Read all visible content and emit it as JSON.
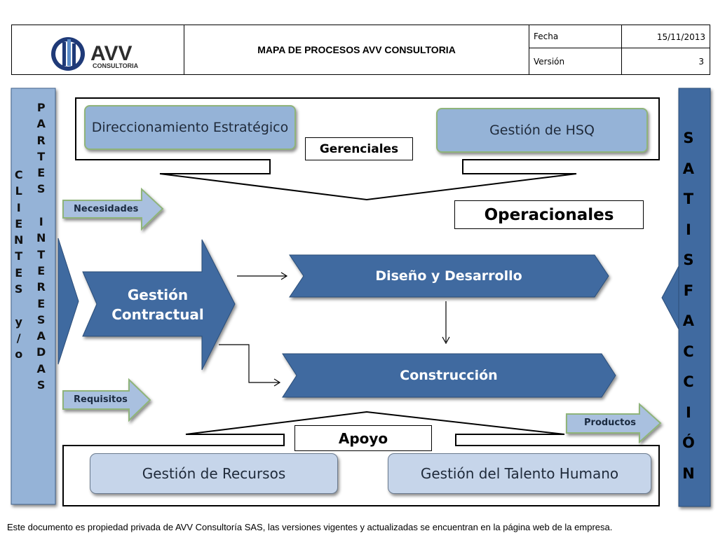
{
  "header": {
    "logo": {
      "text": "AVV",
      "subtext": "CONSULTORIA"
    },
    "title": "MAPA DE PROCESOS AVV CONSULTORIA",
    "fecha_label": "Fecha",
    "fecha_value": "15/11/2013",
    "version_label": "Versión",
    "version_value": "3"
  },
  "left_column": {
    "clientes": [
      "C",
      "L",
      "I",
      "E",
      "N",
      "T",
      "E",
      "S",
      "",
      "y",
      "/",
      "o"
    ],
    "partes": [
      "P",
      "A",
      "R",
      "T",
      "E",
      "S",
      "",
      "I",
      "N",
      "T",
      "E",
      "R",
      "E",
      "S",
      "A",
      "D",
      "A",
      "S"
    ]
  },
  "right_column": {
    "satisfaccion": [
      "S",
      "A",
      "T",
      "I",
      "S",
      "F",
      "A",
      "C",
      "C",
      "I",
      "Ó",
      "N"
    ]
  },
  "gerenciales": {
    "label": "Gerenciales",
    "box1": "Direccionamiento Estratégico",
    "box2": "Gestión de HSQ"
  },
  "operacionales": {
    "label": "Operacionales",
    "gestion_contractual": "Gestión Contractual",
    "diseno": "Diseño y Desarrollo",
    "construccion": "Construcción"
  },
  "small_arrows": {
    "necesidades": "Necesidades",
    "requisitos": "Requisitos",
    "productos": "Productos"
  },
  "apoyo": {
    "label": "Apoyo",
    "box1": "Gestión de Recursos",
    "box2": "Gestión del Talento Humano"
  },
  "colors": {
    "dark_blue": "#3f6aa0",
    "light_blue": "#95b3d7",
    "pale_blue": "#c6d5ea",
    "green_border": "#8fb47a"
  },
  "footer": "Este documento es propiedad privada de AVV Consultoría SAS, las versiones vigentes y actualizadas se encuentran en la página web de la empresa."
}
